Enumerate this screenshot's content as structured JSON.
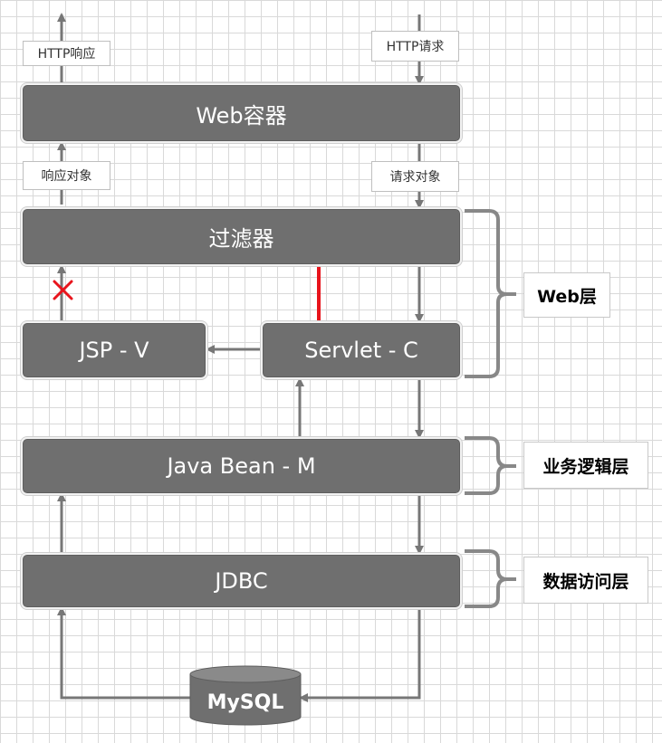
{
  "boxes": {
    "web_container": "Web容器",
    "filter": "过滤器",
    "jsp": "JSP - V",
    "servlet": "Servlet - C",
    "java_bean": "Java Bean - M",
    "jdbc": "JDBC"
  },
  "flow_labels": {
    "http_response": "HTTP响应",
    "http_request": "HTTP请求",
    "response_object": "响应对象",
    "request_object": "请求对象"
  },
  "layers": {
    "web": "Web层",
    "business": "业务逻辑层",
    "data_access": "数据访问层"
  },
  "database": "MySQL",
  "colors": {
    "box_fill": "#6f6f6f",
    "arrow_gray": "#777777",
    "highlight_red": "#e8141c",
    "grid_line": "#d9d9d9"
  }
}
